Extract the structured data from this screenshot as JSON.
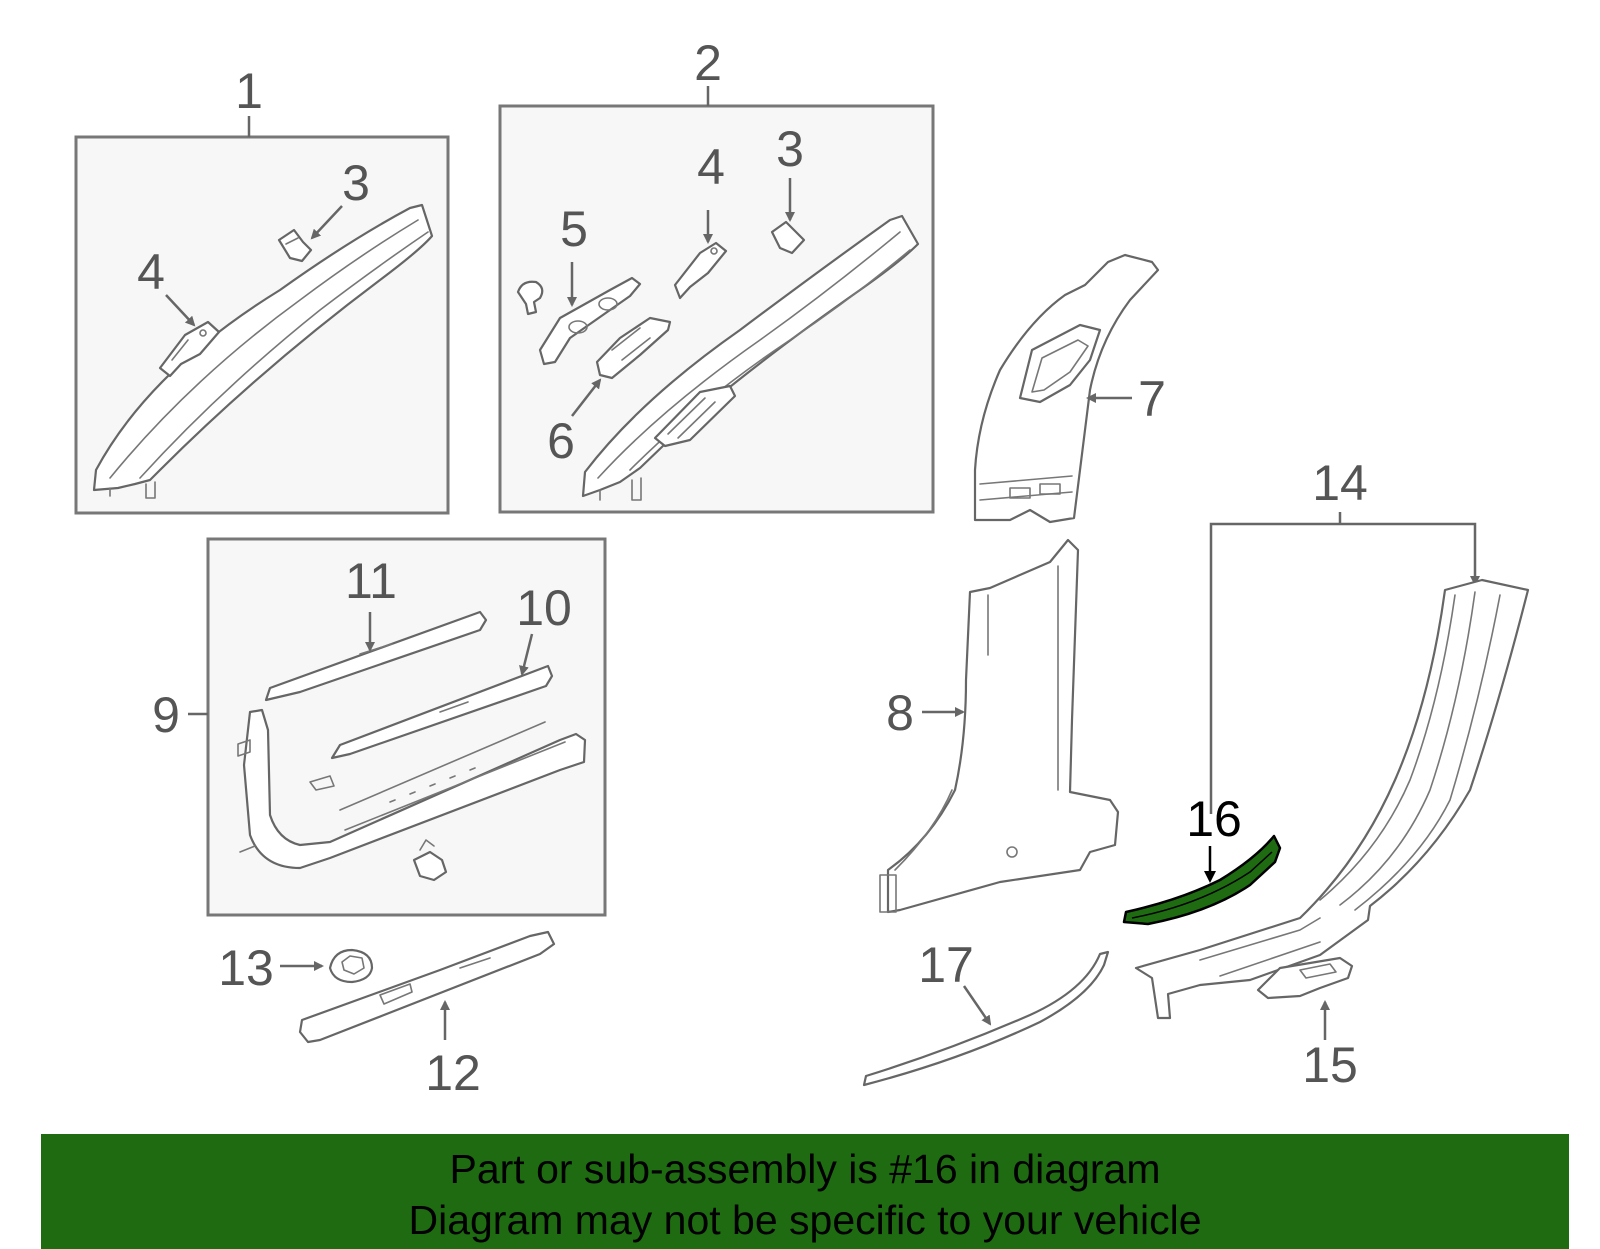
{
  "labels": {
    "l1": "1",
    "l2": "2",
    "l3a": "3",
    "l4a": "4",
    "l3b": "3",
    "l4b": "4",
    "l5": "5",
    "l6": "6",
    "l7": "7",
    "l8": "8",
    "l9": "9",
    "l10": "10",
    "l11": "11",
    "l12": "12",
    "l13": "13",
    "l14": "14",
    "l15": "15",
    "l16": "16",
    "l17": "17"
  },
  "highlight": {
    "part": "16",
    "color": "#1e6b12"
  },
  "banner": {
    "line1": "Part or sub-assembly is #16 in diagram",
    "line2": "Diagram may not be specific to your vehicle"
  }
}
